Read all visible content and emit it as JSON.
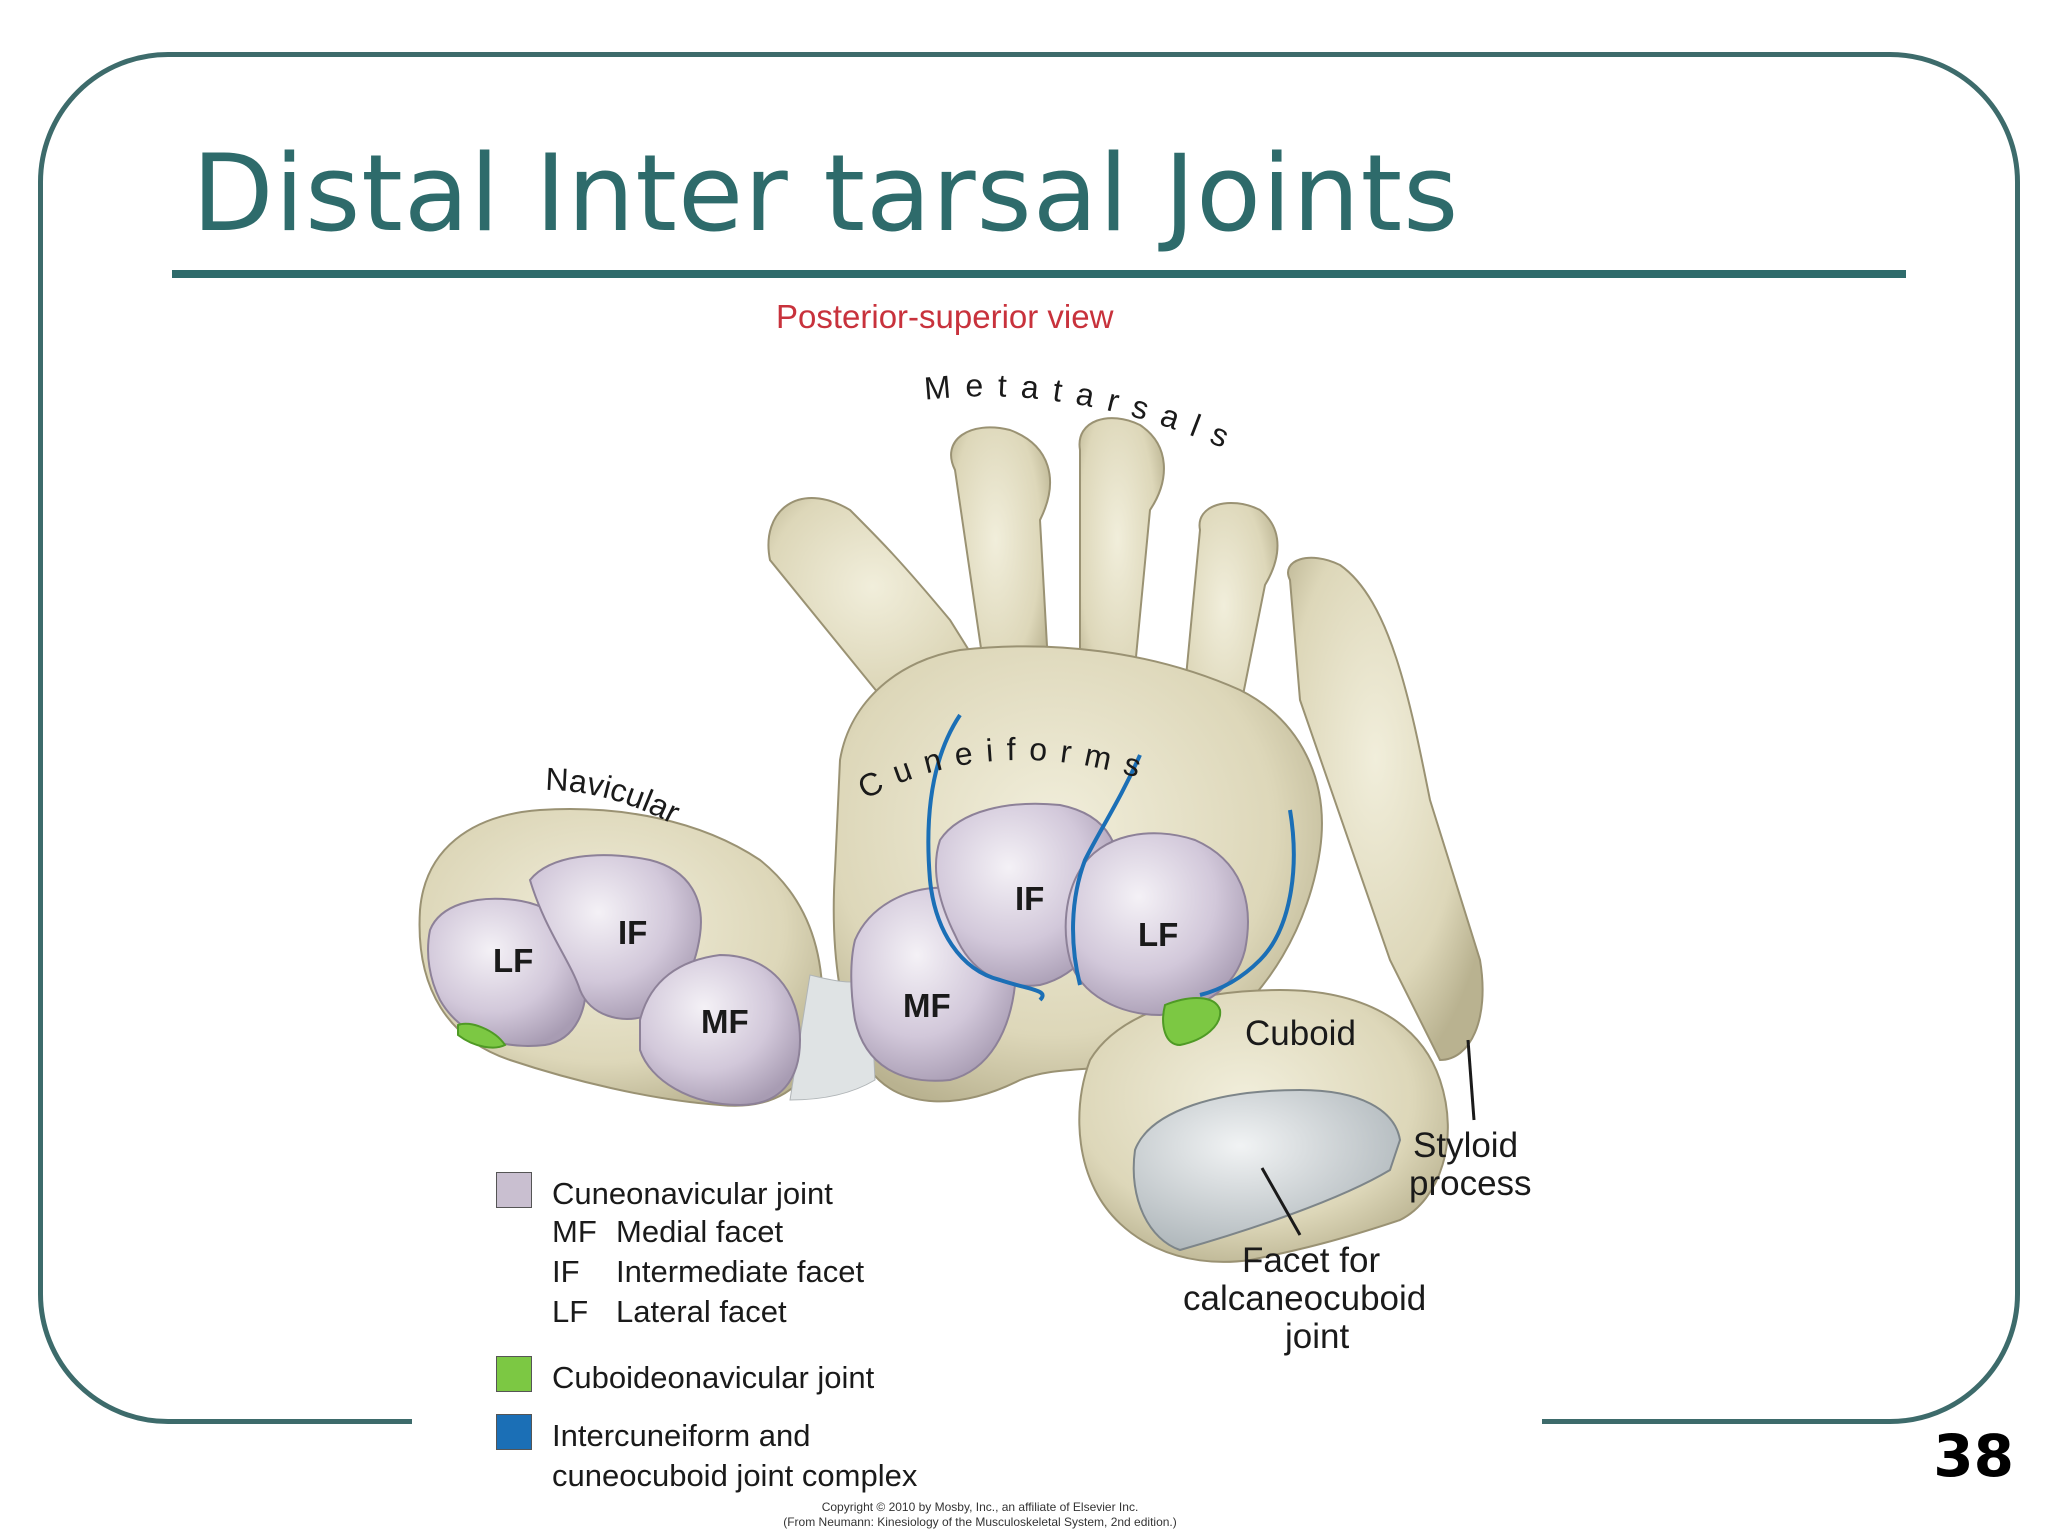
{
  "slide": {
    "title": "Distal Inter tarsal Joints",
    "page_number": "38"
  },
  "figure": {
    "view_label": "Posterior-superior view",
    "labels": {
      "metatarsals": "Metatarsals",
      "cuneiforms": "Cuneiforms",
      "navicular": "Navicular",
      "cuboid": "Cuboid",
      "styloid_line1": "Styloid",
      "styloid_line2": "process",
      "facet_line1": "Facet for",
      "facet_line2": "calcaneocuboid",
      "facet_line3": "joint",
      "nav_lf": "LF",
      "nav_if": "IF",
      "nav_mf": "MF",
      "cun_if": "IF",
      "cun_lf": "LF",
      "cun_mf": "MF"
    },
    "legend": {
      "cuneonavicular": "Cuneonavicular joint",
      "mf_abbr": "MF",
      "mf_text": "Medial facet",
      "if_abbr": "IF",
      "if_text": "Intermediate facet",
      "lf_abbr": "LF",
      "lf_text": "Lateral facet",
      "cuboideonavicular": "Cuboideonavicular joint",
      "intercuneiform_line1": "Intercuneiform and",
      "intercuneiform_line2": "cuneocuboid joint complex"
    },
    "copyright_line1": "Copyright © 2010 by Mosby, Inc., an affiliate of Elsevier Inc.",
    "copyright_line2": "(From Neumann: Kinesiology of the Musculoskeletal System, 2nd edition.)"
  },
  "colors": {
    "accent": "#2e6b6b",
    "view_label": "#c8323c",
    "bone": "#e2ddc3",
    "cuneonavicular": "#c9bfd0",
    "cuboideonavicular": "#7cc843",
    "intercuneiform": "#1b6fb6"
  }
}
